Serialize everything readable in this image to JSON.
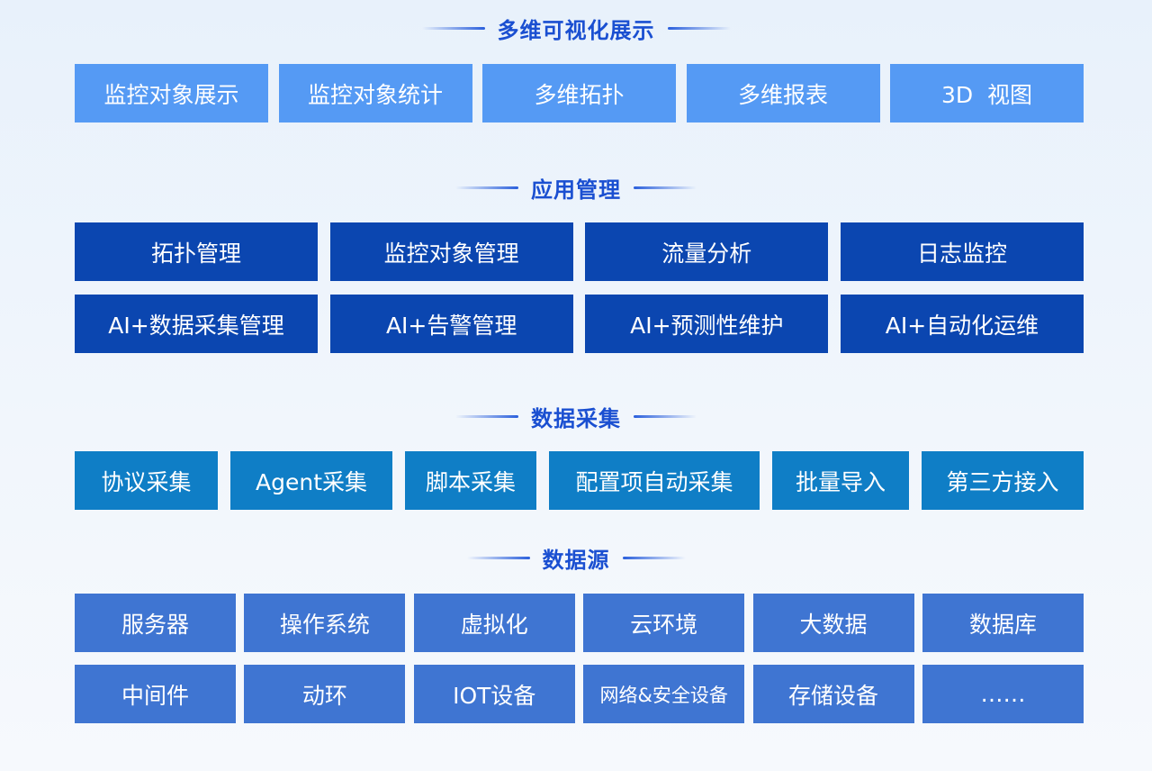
{
  "sections": {
    "visualization": {
      "title": "多维可视化展示",
      "items": [
        "监控对象展示",
        "监控对象统计",
        "多维拓扑",
        "多维报表",
        "3D  视图"
      ]
    },
    "application": {
      "title": "应用管理",
      "row1": [
        "拓扑管理",
        "监控对象管理",
        "流量分析",
        "日志监控"
      ],
      "row2": [
        "AI+数据采集管理",
        "AI+告警管理",
        "AI+预测性维护",
        "AI+自动化运维"
      ]
    },
    "collection": {
      "title": "数据采集",
      "items": [
        "协议采集",
        "Agent采集",
        "脚本采集",
        "配置项自动采集",
        "批量导入",
        "第三方接入"
      ]
    },
    "source": {
      "title": "数据源",
      "row1": [
        "服务器",
        "操作系统",
        "虚拟化",
        "云环境",
        "大数据",
        "数据库"
      ],
      "row2": [
        "中间件",
        "动环",
        "IOT设备",
        "网络&安全设备",
        "存储设备",
        "……"
      ]
    }
  },
  "colors": {
    "title": "#1a4fd1",
    "visualization_box": "#559af4",
    "application_box": "#0b46b0",
    "collection_box": "#0f7ec6",
    "source_box": "#3f75d2",
    "background": "#eef4fb"
  }
}
